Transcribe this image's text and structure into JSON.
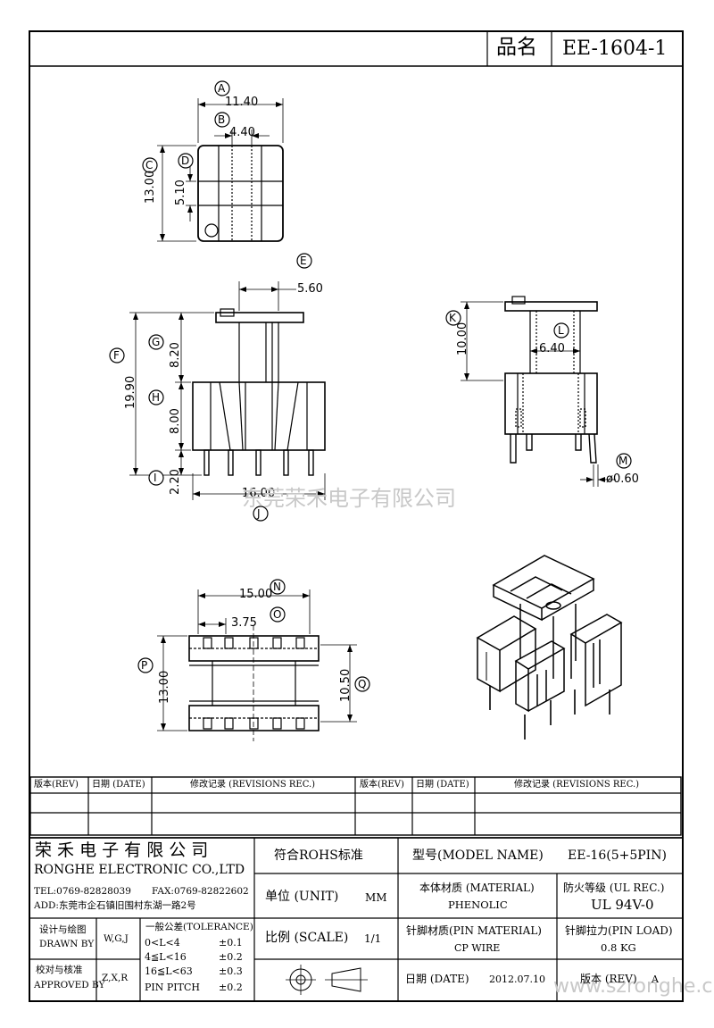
{
  "header": {
    "name_label": "品名",
    "part_no": "EE-1604-1"
  },
  "dims": {
    "a": "11.40",
    "b": "4.40",
    "c": "13.00",
    "d": "5.10",
    "e": "5.60",
    "f": "19.90",
    "g": "8.20",
    "h": "8.00",
    "i": "2.20",
    "j": "16.00",
    "k": "10.00",
    "l": "6.40",
    "m": "ø0.60",
    "n": "15.00",
    "o": "3.75",
    "p": "13.00",
    "q": "10.50"
  },
  "letters": [
    "A",
    "B",
    "C",
    "D",
    "E",
    "F",
    "G",
    "H",
    "I",
    "J",
    "K",
    "L",
    "M",
    "N",
    "O",
    "P",
    "Q"
  ],
  "watermark_center": "东莞荣禾电子有限公司",
  "watermark_url": "www.szronghe.cn",
  "revisions": {
    "rev": "版本(REV)",
    "date": "日期 (DATE)",
    "rec": "修改记录 (REVISIONS REC.)"
  },
  "company": {
    "name_cn": "荣 禾 电 子 有 限 公 司",
    "name_en": "RONGHE ELECTRONIC CO.,LTD",
    "tel": "TEL:0769-82828039",
    "fax": "FAX:0769-82822602",
    "addr": "ADD:东莞市企石镇旧围村东湖一路2号"
  },
  "approval": {
    "drawn_cn": "设计与绘图",
    "drawn_en": "DRAWN BY",
    "drawn_val": "W,G,J",
    "approved_cn": "校对与核准",
    "approved_en": "APPROVED BY",
    "approved_val": "Z,X,R"
  },
  "tolerance": {
    "title": "一般公差(TOLERANCE)",
    "rows": [
      {
        "range": "0<L<4",
        "value": "±0.1"
      },
      {
        "range": "4≦L<16",
        "value": "±0.2"
      },
      {
        "range": "16≦L<63",
        "value": "±0.3"
      },
      {
        "range": "PIN PITCH",
        "value": "±0.2"
      }
    ]
  },
  "specs": {
    "rohs": "符合ROHS标准",
    "unit_label": "单位 (UNIT)",
    "unit_value": "MM",
    "scale_label": "比例 (SCALE)",
    "scale_value": "1/1",
    "model_label": "型号(MODEL NAME)",
    "model_value": "EE-16(5+5PIN)",
    "material_label": "本体材质 (MATERIAL)",
    "material_value": "PHENOLIC",
    "ul_label": "防火等级 (UL REC.)",
    "ul_value": "UL 94V-0",
    "pin_material_label": "针脚材质(PIN MATERIAL)",
    "pin_material_value": "CP WIRE",
    "pin_load_label": "针脚拉力(PIN LOAD)",
    "pin_load_value": "0.8 KG",
    "date_label": "日期 (DATE)",
    "date_value": "2012.07.10",
    "rev_label": "版本 (REV)",
    "rev_value": "A"
  }
}
